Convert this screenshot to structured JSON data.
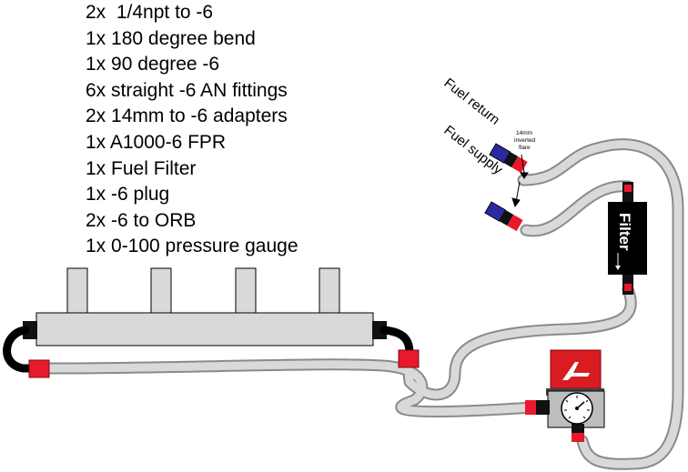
{
  "parts_list": [
    "2x  1/4npt to -6",
    "1x 180 degree bend",
    "1x 90 degree -6",
    "6x straight -6 AN fittings",
    "2x 14mm to -6 adapters",
    "1x A1000-6 FPR",
    "1x Fuel Filter",
    "1x -6 plug",
    "2x -6 to ORB",
    "1x 0-100 pressure gauge"
  ],
  "labels": {
    "fuel_return": "Fuel return",
    "fuel_supply": "Fuel supply",
    "adapter_note_line1": "14mm",
    "adapter_note_line2": "inverted",
    "adapter_note_line3": "flare",
    "filter": "Filter"
  },
  "colors": {
    "hose": "#d9d9d9",
    "hose_outline": "#888888",
    "fitting_red": "#e8192c",
    "fitting_blue": "#2a2aa0",
    "black": "#000000",
    "rail": "#d9d9d9",
    "regulator_red": "#d91b22"
  }
}
